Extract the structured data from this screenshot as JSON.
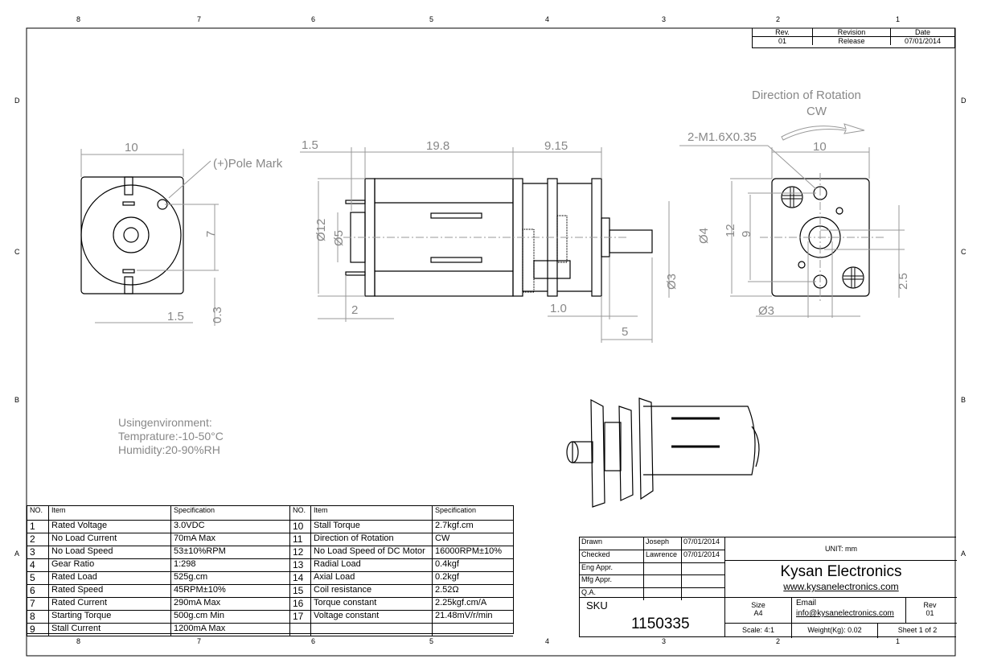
{
  "zones": {
    "numbers": [
      "8",
      "7",
      "6",
      "5",
      "4",
      "3",
      "2",
      "1"
    ],
    "letters": [
      "D",
      "C",
      "B",
      "A"
    ]
  },
  "revision": {
    "headers": [
      "Rev.",
      "Revision",
      "Date"
    ],
    "row": [
      "01",
      "Release",
      "07/01/2014"
    ]
  },
  "front_view": {
    "width": "10",
    "pole_mark": "(+)Pole Mark",
    "height": "7",
    "offset": "1.5",
    "thickness": "0.3"
  },
  "side_view": {
    "d1": "1.5",
    "d2": "19.8",
    "d3": "9.15",
    "dia12": "Ø12",
    "dia5": "Ø5",
    "dia4": "Ø4",
    "dia3": "Ø3",
    "d_2": "2",
    "d_1_0": "1.0",
    "d_5": "5"
  },
  "end_view": {
    "rotation_title": "Direction  of  Rotation",
    "rotation": "CW",
    "thread": "2-M1.6X0.35",
    "width": "10",
    "h12": "12",
    "h9": "9",
    "h25": "2.5",
    "dia3": "Ø3"
  },
  "notes": [
    "Usingenvironment:",
    "Temprature:-10-50°C",
    "Humidity:20-90%RH"
  ],
  "spec_table": {
    "headers": [
      "NO.",
      "Item",
      "Specification",
      "NO.",
      "Item",
      "Specification"
    ],
    "left": [
      [
        "1",
        "Rated Voltage",
        "3.0VDC"
      ],
      [
        "2",
        "No Load Current",
        "70mA Max"
      ],
      [
        "3",
        "No Load Speed",
        "53±10%RPM"
      ],
      [
        "4",
        "Gear Ratio",
        "1:298"
      ],
      [
        "5",
        "Rated Load",
        "525g.cm"
      ],
      [
        "6",
        "Rated Speed",
        "45RPM±10%"
      ],
      [
        "7",
        "Rated Current",
        "290mA Max"
      ],
      [
        "8",
        "Starting Torque",
        "500g.cm Min"
      ],
      [
        "9",
        "Stall Current",
        "1200mA Max"
      ]
    ],
    "right": [
      [
        "10",
        "Stall Torque",
        "2.7kgf.cm"
      ],
      [
        "11",
        "Direction of Rotation",
        "CW"
      ],
      [
        "12",
        "No Load Speed of DC Motor",
        "16000RPM±10%"
      ],
      [
        "13",
        "Radial Load",
        "0.4kgf"
      ],
      [
        "14",
        "Axial Load",
        "0.2kgf"
      ],
      [
        "15",
        "Coil resistance",
        "2.52Ω"
      ],
      [
        "16",
        "Torque constant",
        "2.25kgf.cm/A"
      ],
      [
        "17",
        "Voltage constant",
        "21.48mV/r/min"
      ],
      [
        "",
        "",
        ""
      ]
    ]
  },
  "title_block": {
    "approvals": [
      [
        "Drawn",
        "Joseph",
        "07/01/2014"
      ],
      [
        "Checked",
        "Lawrence",
        "07/01/2014"
      ],
      [
        "Eng Appr.",
        "",
        ""
      ],
      [
        "Mfg Appr.",
        "",
        ""
      ],
      [
        "Q.A.",
        "",
        ""
      ]
    ],
    "unit": "UNIT: mm",
    "company": "Kysan Electronics",
    "website": "www.kysanelectronics.com",
    "sku_label": "SKU",
    "sku": "1150335",
    "size_label": "Size",
    "size": "A4",
    "email_label": "Email",
    "email": "info@kysanelectronics.com",
    "rev_label": "Rev",
    "rev": "01",
    "scale": "Scale: 4:1",
    "weight": "Weight(Kg): 0.02",
    "sheet": "Sheet 1 of 2"
  }
}
